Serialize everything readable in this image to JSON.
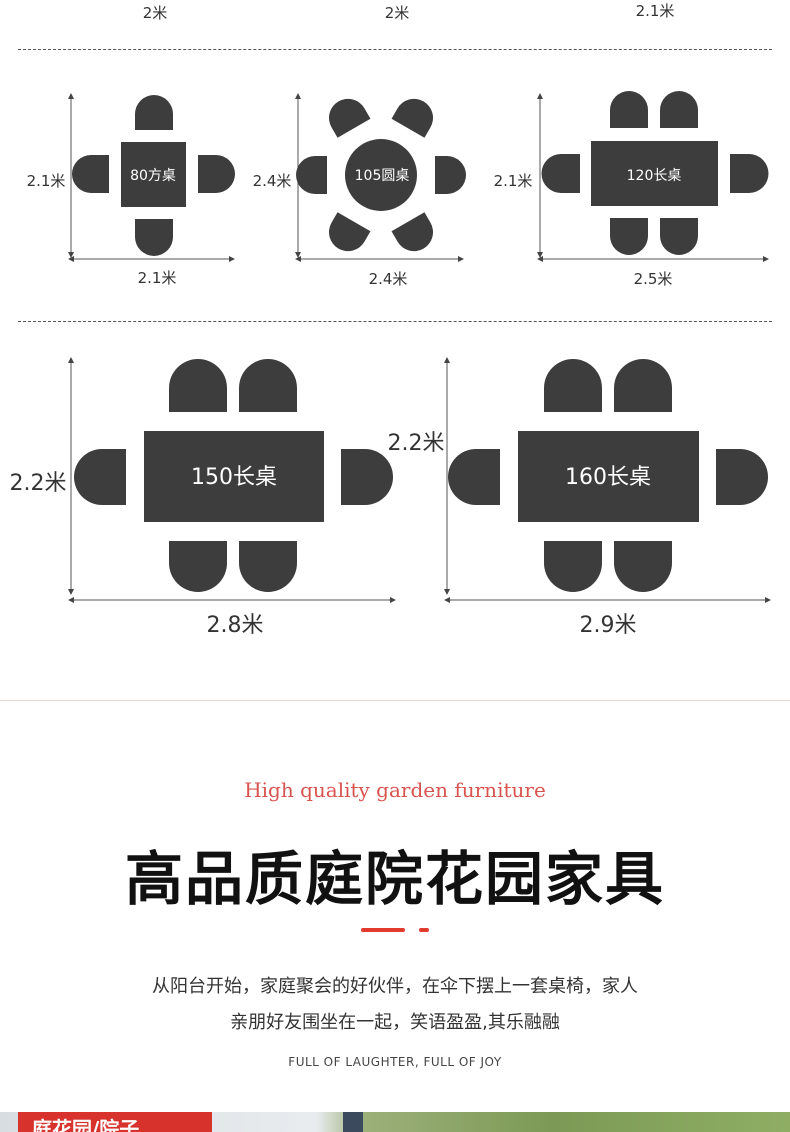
{
  "top_labels": [
    "2米",
    "2米",
    "2.1米"
  ],
  "diagram1": {
    "table": "80方桌",
    "height": "2.1米",
    "width": "2.1米"
  },
  "diagram2": {
    "table": "105圆桌",
    "height": "2.4米",
    "width": "2.4米"
  },
  "diagram3": {
    "table": "120长桌",
    "height": "2.1米",
    "width": "2.5米"
  },
  "diagram4": {
    "table": "150长桌",
    "height": "2.2米",
    "width": "2.8米"
  },
  "diagram5": {
    "table": "160长桌",
    "height": "2.2米",
    "width": "2.9米"
  },
  "section": {
    "title_en": "High quality garden furniture",
    "title_cn": "高品质庭院花园家具",
    "desc_line1": "从阳台开始，家庭聚会的好伙伴，在伞下摆上一套桌椅，家人",
    "desc_line2": "亲朋好友围坐在一起，笑语盈盈,其乐融融",
    "subtitle_en": "FULL OF LAUGHTER, FULL OF JOY"
  },
  "banner_tag": "庭花园/院子",
  "colors": {
    "shape": "#3d3d3d",
    "accent": "#d9534f",
    "red": "#e23b2e"
  }
}
